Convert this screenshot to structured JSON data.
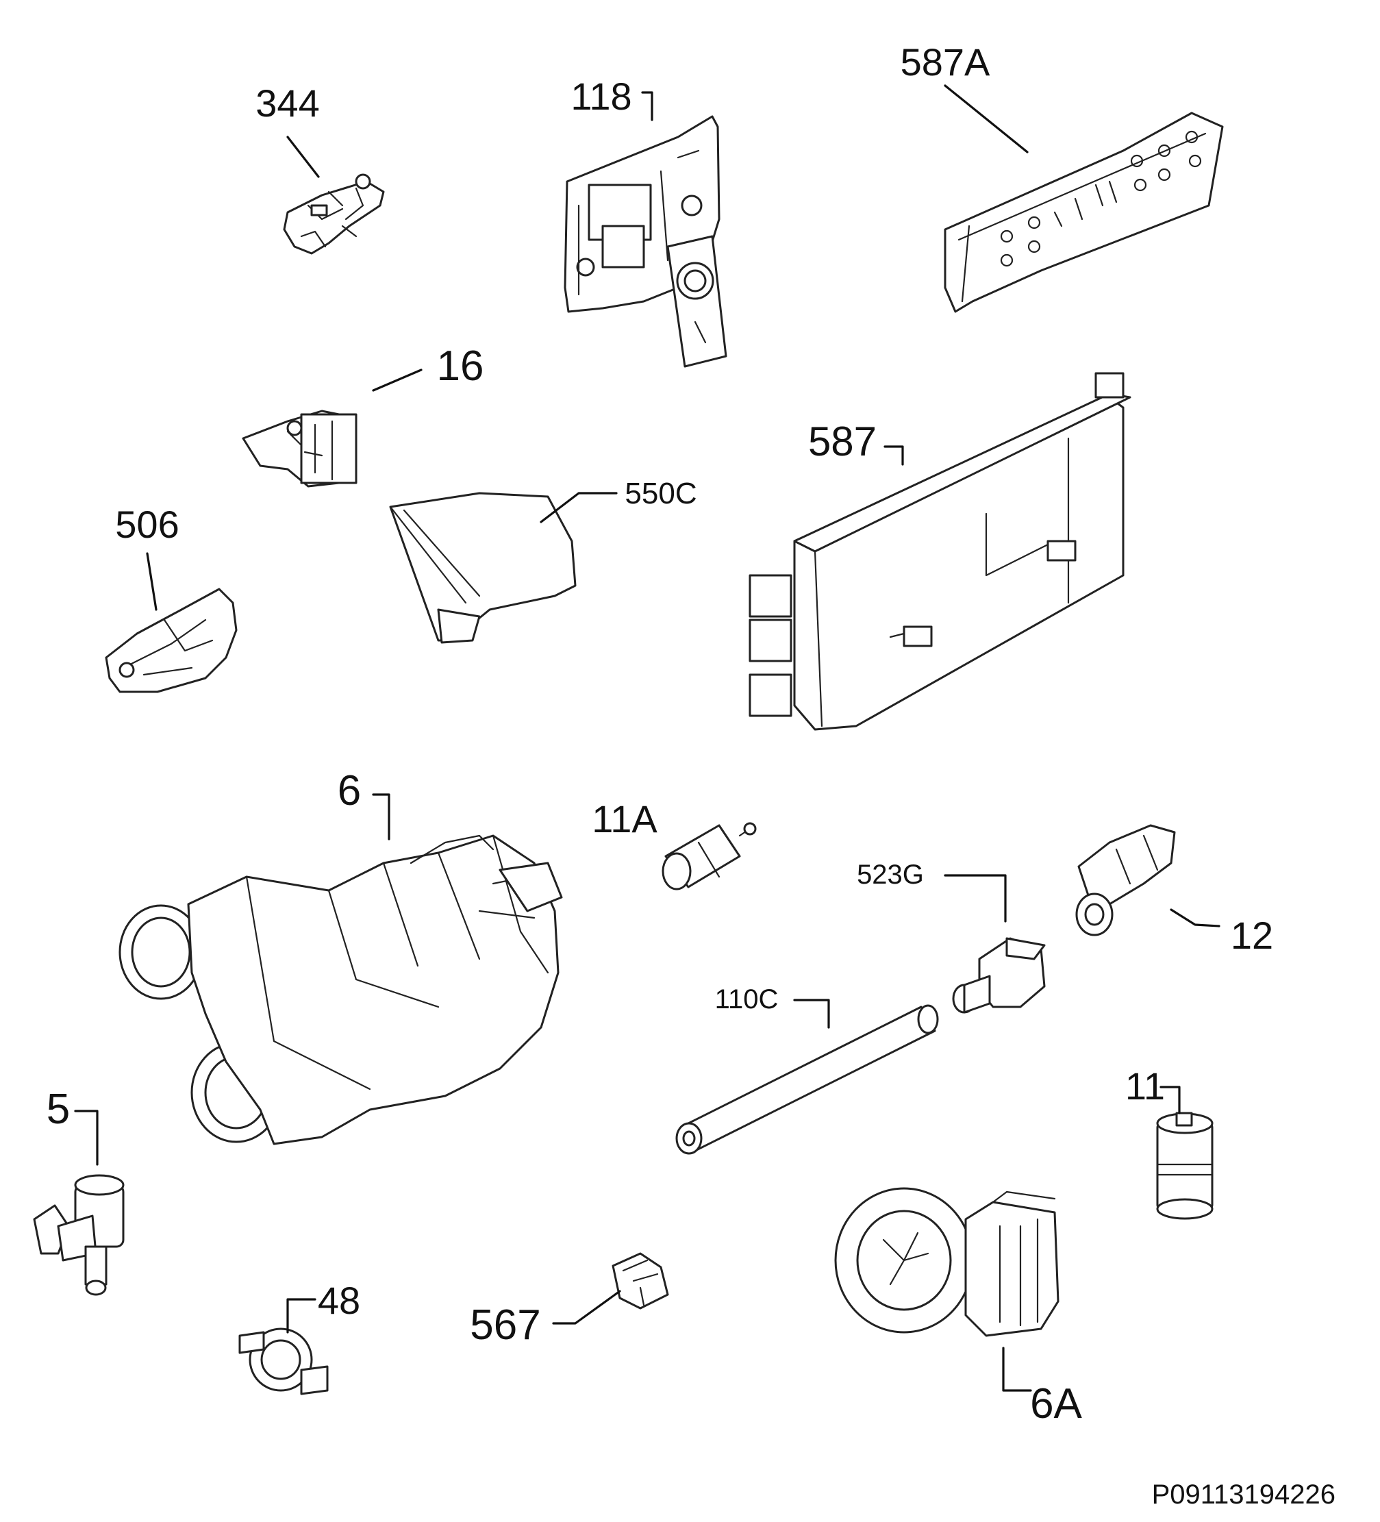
{
  "diagram": {
    "part_labels": {
      "p344": "344",
      "p118": "118",
      "p587A": "587A",
      "p16": "16",
      "p587": "587",
      "p506": "506",
      "p550C": "550C",
      "p6": "6",
      "p11A": "11A",
      "p523G": "523G",
      "p12": "12",
      "p110C": "110C",
      "p11": "11",
      "p5": "5",
      "p48": "48",
      "p567": "567",
      "p6A": "6A"
    },
    "drawing_id": "P09113194226"
  }
}
